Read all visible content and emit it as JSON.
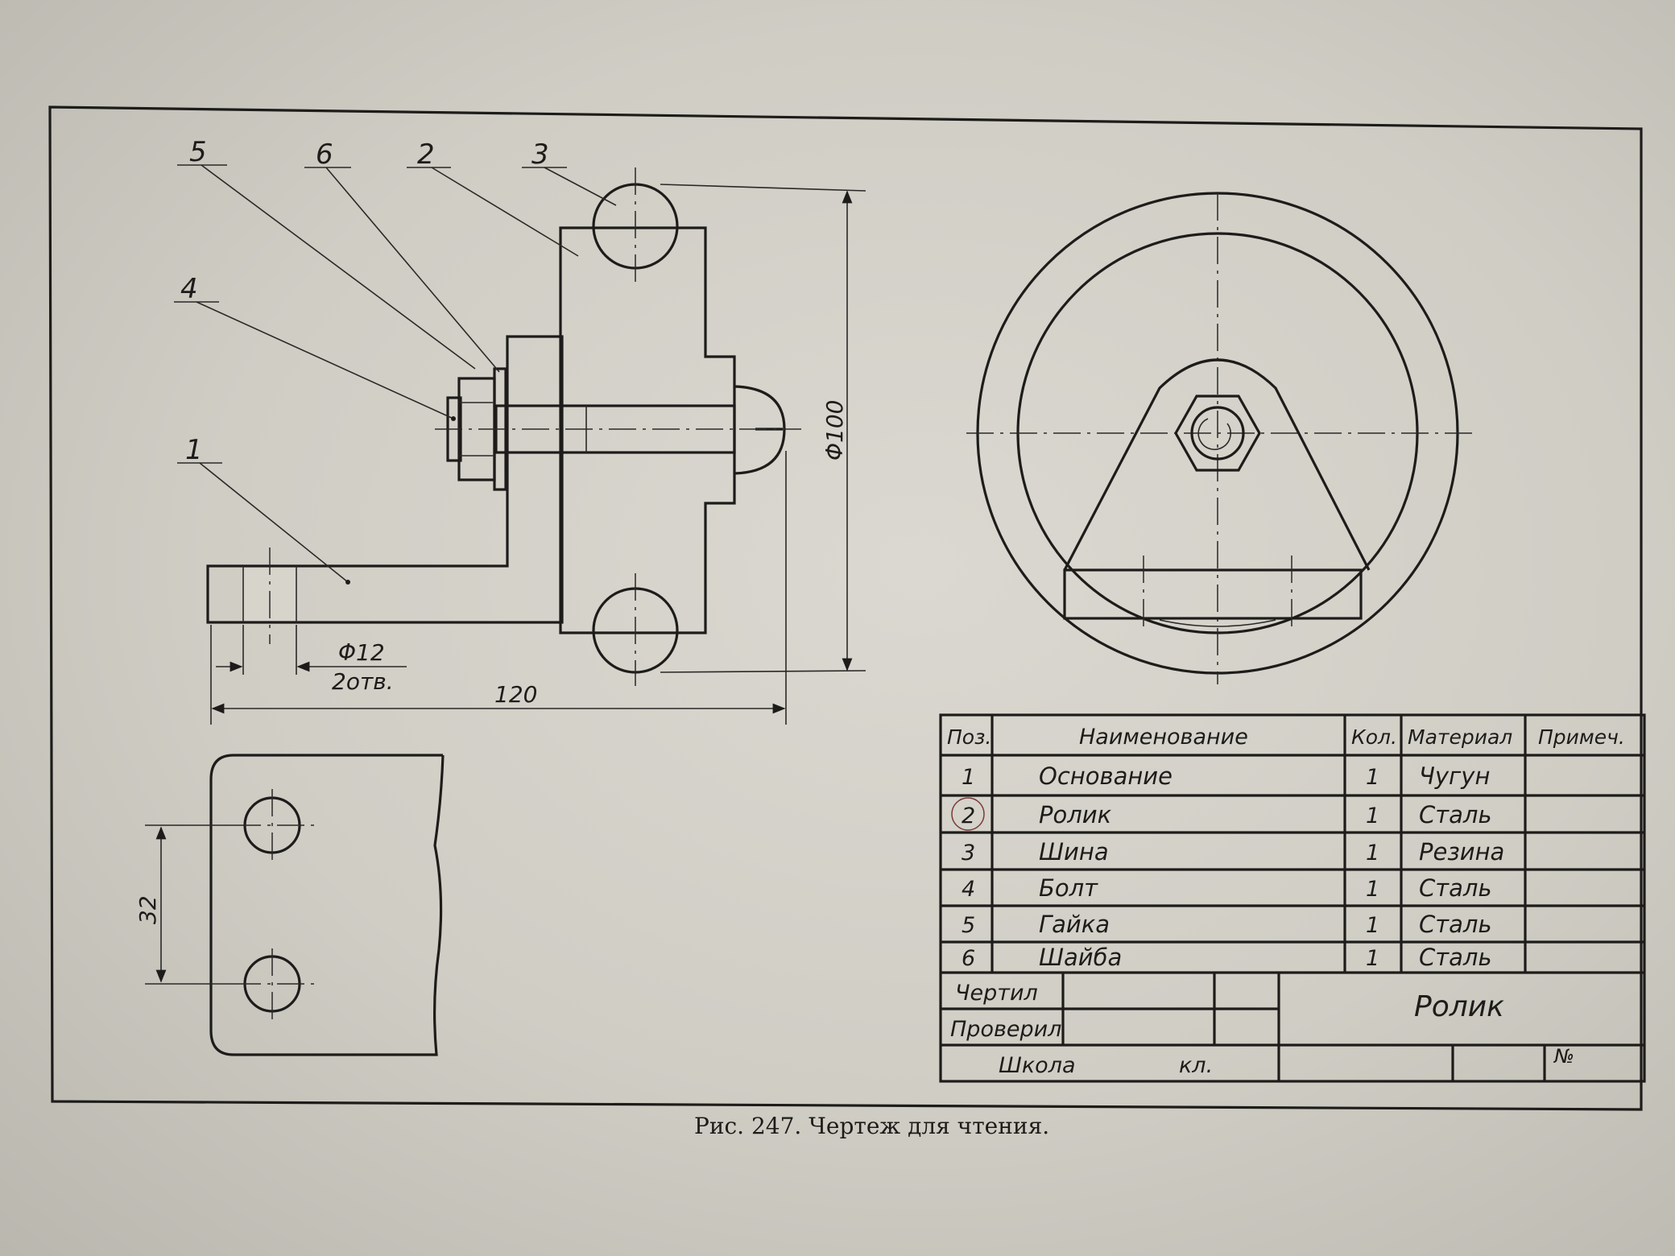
{
  "caption": "Рис. 247. Чертеж для чтения.",
  "dimensions": {
    "diameter_100": "Φ100",
    "diameter_12": "Φ12",
    "holes": "2отв.",
    "length_120": "120",
    "spacing_32": "32"
  },
  "position_labels": [
    "5",
    "6",
    "2",
    "3",
    "4",
    "1"
  ],
  "table": {
    "headers": {
      "pos": "Поз.",
      "name": "Наименование",
      "qty": "Кол.",
      "material": "Материал",
      "note": "Примеч."
    },
    "rows": [
      {
        "pos": "1",
        "name": "Основание",
        "qty": "1",
        "material": "Чугун"
      },
      {
        "pos": "2",
        "name": "Ролик",
        "qty": "1",
        "material": "Сталь"
      },
      {
        "pos": "3",
        "name": "Шина",
        "qty": "1",
        "material": "Резина"
      },
      {
        "pos": "4",
        "name": "Болт",
        "qty": "1",
        "material": "Сталь"
      },
      {
        "pos": "5",
        "name": "Гайка",
        "qty": "1",
        "material": "Сталь"
      },
      {
        "pos": "6",
        "name": "Шайба",
        "qty": "1",
        "material": "Сталь"
      }
    ]
  },
  "title_block": {
    "drew": "Чертил",
    "checked": "Проверил",
    "school": "Школа",
    "class": "кл.",
    "number": "№",
    "title": "Ролик"
  }
}
